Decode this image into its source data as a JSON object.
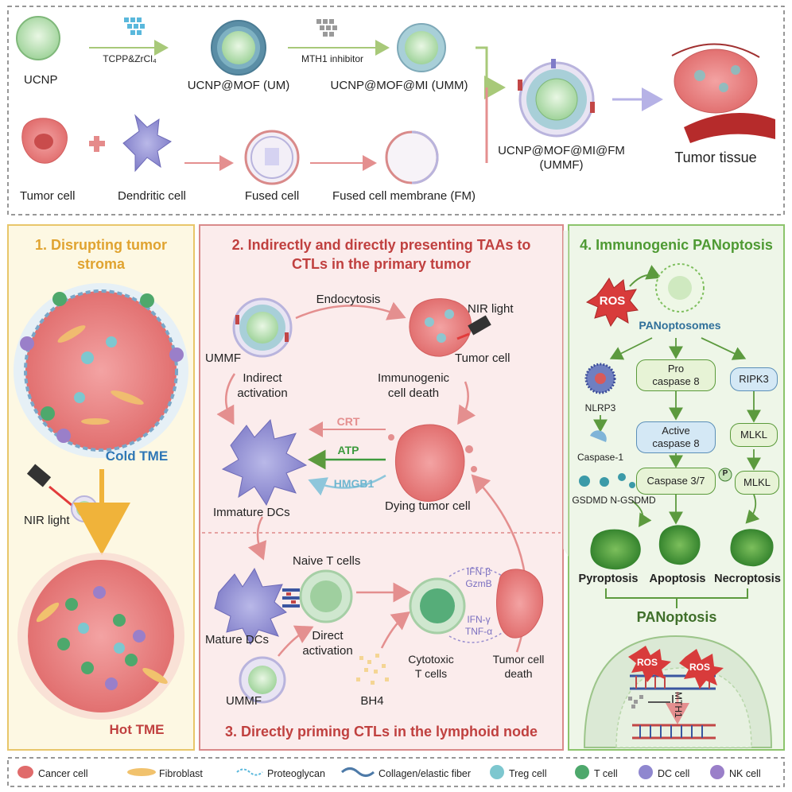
{
  "top": {
    "ucnp": "UCNP",
    "tcpp": "TCPP&ZrCl₄",
    "um": "UCNP@MOF (UM)",
    "mth1": "MTH1 inhibitor",
    "umm": "UCNP@MOF@MI (UMM)",
    "ummf_line1": "UCNP@MOF@MI@FM",
    "ummf_line2": "(UMMF)",
    "tumor_tissue": "Tumor tissue",
    "tumor_cell": "Tumor cell",
    "dendritic_cell": "Dendritic cell",
    "fused_cell": "Fused cell",
    "fused_membrane": "Fused cell membrane (FM)"
  },
  "panel1": {
    "title_line1": "1. Disrupting tumor",
    "title_line2": "stroma",
    "cold": "Cold TME",
    "nir": "NIR light",
    "hot": "Hot TME"
  },
  "panel2": {
    "title_line1": "2. Indirectly and directly presenting TAAs to",
    "title_line2": "CTLs in the primary tumor",
    "endocytosis": "Endocytosis",
    "nir": "NIR light",
    "ummf": "UMMF",
    "tumor_cell": "Tumor cell",
    "indirect1": "Indirect",
    "indirect2": "activation",
    "icd1": "Immunogenic",
    "icd2": "cell death",
    "crt": "CRT",
    "atp": "ATP",
    "hmgb1": "HMGB1",
    "immature": "Immature DCs",
    "dying": "Dying tumor cell"
  },
  "panel3": {
    "naive": "Naive T cells",
    "mature": "Mature DCs",
    "direct1": "Direct",
    "direct2": "activation",
    "ummf": "UMMF",
    "bh4": "BH4",
    "cytotoxic1": "Cytotoxic",
    "cytotoxic2": "T cells",
    "ifnb": "IFN-β",
    "gzmb": "GzmB",
    "ifng": "IFN-γ",
    "tnfa": "TNF-α",
    "death1": "Tumor cell",
    "death2": "death",
    "title": "3. Directly priming CTLs in the lymphoid node"
  },
  "panel4": {
    "title": "4. Immunogenic PANoptosis",
    "ros": "ROS",
    "panoptosomes": "PANoptosomes",
    "nlrp3": "NLRP3",
    "caspase1": "Caspase-1",
    "gsdmd": "GSDMD N-GSDMD",
    "pro_caspase_line1": "Pro",
    "pro_caspase_line2": "caspase 8",
    "active_caspase_line1": "Active",
    "active_caspase_line2": "caspase 8",
    "caspase37": "Caspase 3/7",
    "ripk3": "RIPK3",
    "mlkl1": "MLKL",
    "mlkl2": "MLKL",
    "p": "P",
    "pyroptosis": "Pyroptosis",
    "apoptosis": "Apoptosis",
    "necroptosis": "Necroptosis",
    "panoptosis": "PANoptosis",
    "ros_a": "ROS",
    "ros_b": "ROS",
    "mth1": "MTH1"
  },
  "legend": {
    "cancer": "Cancer cell",
    "fibroblast": "Fibroblast",
    "proteoglycan": "Proteoglycan",
    "collagen": "Collagen/elastic fiber",
    "treg": "Treg cell",
    "tcell": "T cell",
    "dc": "DC cell",
    "nk": "NK cell"
  },
  "colors": {
    "panel1_title": "#e0a330",
    "panel2_title": "#c0403f",
    "panel4_title": "#4e9a33",
    "cold": "#2f77b6",
    "hot": "#c0403f"
  }
}
